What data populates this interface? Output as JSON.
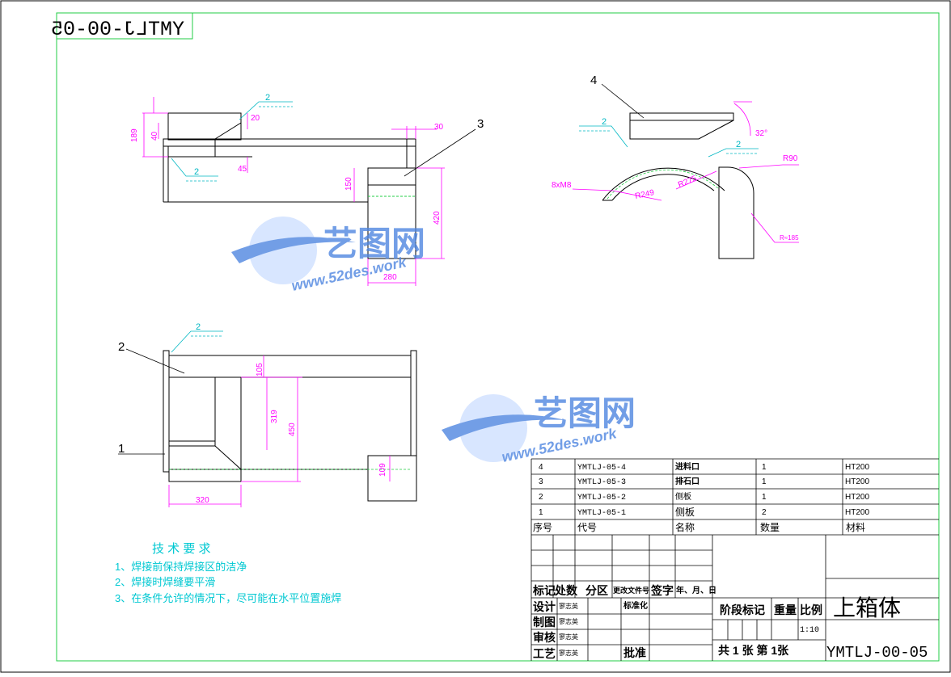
{
  "drawing_number": "YMTLJ-00-05",
  "drawing_number_mirrored": "YMTLJ-00-05",
  "part_name": "上箱体",
  "scale": "1:10",
  "sheet_info": "共 1 张 第  1张",
  "watermark": {
    "brand": "艺图网",
    "url": "www.52des.work"
  },
  "tech_requirements": {
    "title": "技 术 要 求",
    "items": [
      "1、焊接前保持焊接区的洁净",
      "2、焊接时焊缝要平滑",
      "3、在条件允许的情况下，尽可能在水平位置施焊"
    ]
  },
  "bom": {
    "headers": [
      "序号",
      "代号",
      "名称",
      "数量",
      "材料"
    ],
    "rows": [
      {
        "seq": "4",
        "code": "YMTLJ-05-4",
        "name": "进料口",
        "qty": "1",
        "material": "HT200"
      },
      {
        "seq": "3",
        "code": "YMTLJ-05-3",
        "name": "排石口",
        "qty": "1",
        "material": "HT200"
      },
      {
        "seq": "2",
        "code": "YMTLJ-05-2",
        "name": "侧板",
        "qty": "1",
        "material": "HT200"
      },
      {
        "seq": "1",
        "code": "YMTLJ-05-1",
        "name": "侧板",
        "qty": "2",
        "material": "HT200"
      }
    ]
  },
  "title_block": {
    "revision_headers": [
      "标记",
      "处数",
      "分区",
      "更改文件号",
      "签字",
      "年、月、日"
    ],
    "roles": [
      "设计",
      "制图",
      "审核",
      "工艺"
    ],
    "role_person": "寥志英",
    "standardization": "标准化",
    "approval": "批准",
    "stage_mark": "阶段标记",
    "weight": "重量",
    "scale_label": "比例"
  },
  "front_view": {
    "dims": [
      "189",
      "40",
      "20",
      "45",
      "30",
      "150",
      "420",
      "280"
    ],
    "weld": [
      "2",
      "2"
    ],
    "balloon": "3"
  },
  "side_view": {
    "dims": [
      "8xM8",
      "R249",
      "R275",
      "32°",
      "R90",
      "R≈185"
    ],
    "weld": [
      "2",
      "2"
    ],
    "balloon": "4"
  },
  "top_view": {
    "dims": [
      "105",
      "319",
      "450",
      "320",
      "109"
    ],
    "weld": [
      "2"
    ],
    "balloons": [
      "2",
      "1"
    ]
  },
  "colors": {
    "dimension": "#ff00ff",
    "weld": "#00b7c3",
    "border": "#22cc44",
    "text_blue": "#2244cc",
    "watermark": "#4f86e0",
    "line": "#000000"
  }
}
